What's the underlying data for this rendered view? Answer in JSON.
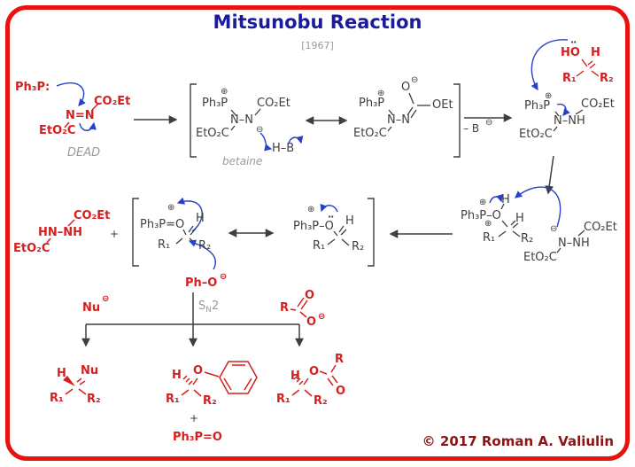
{
  "header": {
    "title": "Mitsunobu Reaction",
    "year": "[1967]"
  },
  "colors": {
    "frame_red": "#e8120e",
    "structure_red": "#d42020",
    "arrow_blue": "#2742c8",
    "title_navy": "#1b1b9e",
    "structure_dark": "#3f3f3f",
    "caption_gray": "#9a9a9a",
    "copyright_dark_red": "#8b1414"
  },
  "charges": {
    "plus": "⊕",
    "minus": "⊖"
  },
  "symbols": {
    "lone_pair": "··",
    "plus_sign": "+"
  },
  "row1": {
    "ph3p_reagent": "Ph₃P:",
    "dead": {
      "co2et": "CO₂Et",
      "n_n": "N=N",
      "eto2c": "EtO₂C",
      "caption": "DEAD"
    },
    "betaine": {
      "ph3p": "Ph₃P",
      "co2et": "CO₂Et",
      "n_n": "N–N",
      "eto2c": "EtO₂C",
      "h_b": "H–B",
      "caption": "betaine"
    },
    "resonance_form": {
      "o": "O",
      "ph3p": "Ph₃P",
      "oet": "OEt",
      "n_n": "N–N",
      "eto2c": "EtO₂C"
    },
    "minus_b": "– B",
    "alcohol": {
      "ho": "HO",
      "h": "H",
      "r1": "R₁",
      "r2": "R₂"
    },
    "adduct": {
      "ph3p": "Ph₃P",
      "co2et": "CO₂Et",
      "n_nh": "N–NH",
      "eto2c": "EtO₂C"
    }
  },
  "row2": {
    "protonated_oxyphosphonium": {
      "h_top": "H",
      "ph3p_o": "Ph₃P–O",
      "h": "H",
      "r1": "R₁",
      "r2": "R₂"
    },
    "hydrazide_anion": {
      "co2et": "CO₂Et",
      "n_nh": "N–NH",
      "eto2c": "EtO₂C"
    },
    "hydrazide": {
      "co2et": "CO₂Et",
      "hn_nh": "HN–NH",
      "eto2c": "EtO₂C"
    },
    "oxyphosphonium_a": {
      "ph3p_o": "Ph₃P=O",
      "h": "H",
      "r1": "R₁",
      "r2": "R₂"
    },
    "oxyphosphonium_b": {
      "ph3p_o": "Ph₃P–O",
      "h": "H",
      "r1": "R₁",
      "r2": "R₂"
    },
    "phenoxide": "Ph–O"
  },
  "branch": {
    "sn2_s": "S",
    "sn2_n": "N",
    "sn2_2": "2",
    "nucleophile": "Nu",
    "carboxylate": {
      "r": "R",
      "o_top": "O",
      "o_bottom": "O"
    }
  },
  "products": {
    "nucleophile_product": {
      "h": "H",
      "nu": "Nu",
      "r1": "R₁",
      "r2": "R₂"
    },
    "phenyl_ether_product": {
      "h": "H",
      "o": "O",
      "r1": "R₁",
      "r2": "R₂",
      "byproduct": "Ph₃P=O"
    },
    "ester_product": {
      "h": "H",
      "o": "O",
      "r": "R",
      "o_carbonyl": "O",
      "r1": "R₁",
      "r2": "R₂"
    }
  },
  "footer": {
    "copyright": "© 2017 Roman A. Valiulin"
  }
}
